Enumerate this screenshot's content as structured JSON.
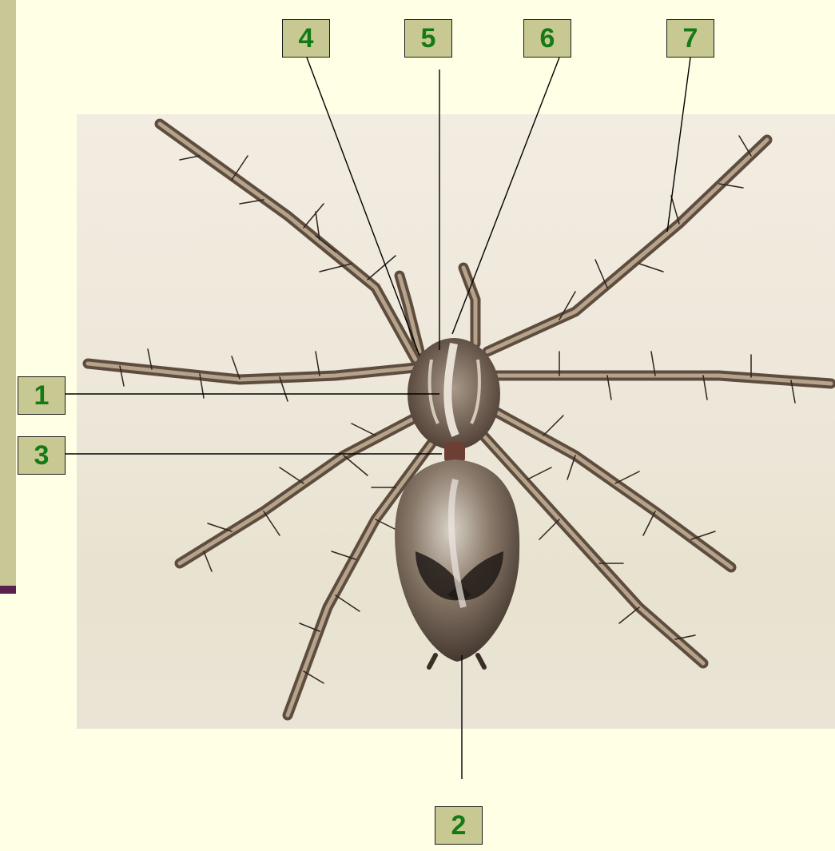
{
  "colors": {
    "background": "#ffffe5",
    "sidebar": "#c8c795",
    "sidebar_accent": "#5a1f4a",
    "label_fill": "#c8c892",
    "label_text": "#157a15",
    "leader_line": "#000000",
    "photo_backdrop": "#ece5d6"
  },
  "photo": {
    "subject": "spider-photo",
    "view": "dorsal"
  },
  "callouts": [
    {
      "label": "1"
    },
    {
      "label": "2"
    },
    {
      "label": "3"
    },
    {
      "label": "4"
    },
    {
      "label": "5"
    },
    {
      "label": "6"
    },
    {
      "label": "7"
    }
  ]
}
